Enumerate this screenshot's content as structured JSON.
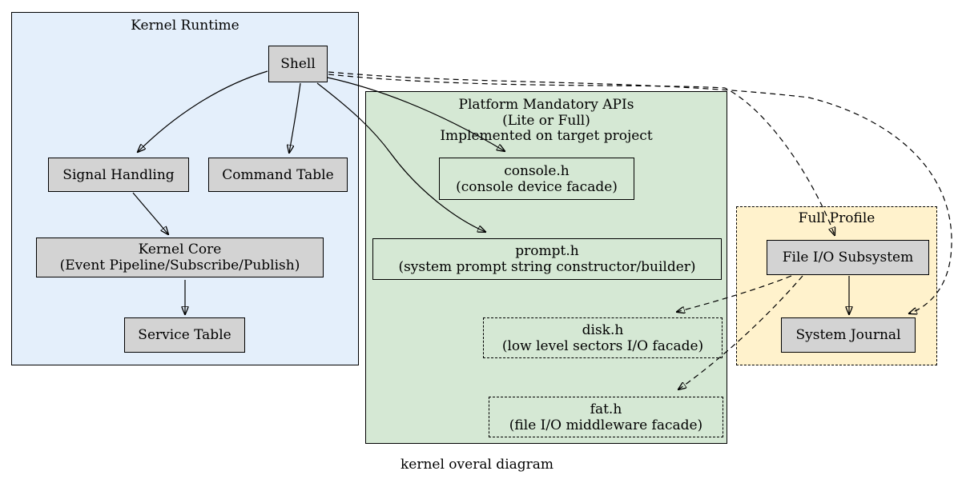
{
  "caption": "kernel overal diagram",
  "clusters": {
    "kernel_runtime": {
      "title": "Kernel Runtime",
      "fill": "#E4EFFB",
      "border_style": "solid"
    },
    "platform_apis": {
      "title": "Platform Mandatory APIs\n(Lite or Full)\nImplemented on target project",
      "fill": "#D5E8D4",
      "border_style": "solid"
    },
    "full_profile": {
      "title": "Full Profile",
      "fill": "#FFF2CC",
      "border_style": "dashed"
    }
  },
  "nodes": {
    "shell": {
      "label": "Shell",
      "style": "filled"
    },
    "signal_handling": {
      "label": "Signal Handling",
      "style": "filled"
    },
    "command_table": {
      "label": "Command Table",
      "style": "filled"
    },
    "kernel_core": {
      "label": "Kernel Core\n(Event Pipeline/Subscribe/Publish)",
      "style": "filled"
    },
    "service_table": {
      "label": "Service Table",
      "style": "filled"
    },
    "console_h": {
      "label": "console.h\n(console device facade)",
      "style": "outline"
    },
    "prompt_h": {
      "label": "prompt.h\n(system prompt string constructor/builder)",
      "style": "outline"
    },
    "disk_h": {
      "label": "disk.h\n(low level sectors I/O facade)",
      "style": "dashed-outline"
    },
    "fat_h": {
      "label": "fat.h\n(file I/O middleware facade)",
      "style": "dashed-outline"
    },
    "file_io_subsystem": {
      "label": "File I/O Subsystem",
      "style": "filled"
    },
    "system_journal": {
      "label": "System Journal",
      "style": "filled"
    }
  },
  "edges": [
    {
      "from": "Shell",
      "to": "Signal Handling",
      "style": "solid"
    },
    {
      "from": "Shell",
      "to": "Command Table",
      "style": "solid"
    },
    {
      "from": "Shell",
      "to": "console.h",
      "style": "solid"
    },
    {
      "from": "Shell",
      "to": "prompt.h",
      "style": "solid"
    },
    {
      "from": "Shell",
      "to": "File I/O Subsystem",
      "style": "dashed"
    },
    {
      "from": "Shell",
      "to": "System Journal",
      "style": "dashed"
    },
    {
      "from": "Signal Handling",
      "to": "Kernel Core",
      "style": "solid"
    },
    {
      "from": "Kernel Core",
      "to": "Service Table",
      "style": "solid"
    },
    {
      "from": "File I/O Subsystem",
      "to": "System Journal",
      "style": "solid"
    },
    {
      "from": "File I/O Subsystem",
      "to": "disk.h",
      "style": "dashed"
    },
    {
      "from": "File I/O Subsystem",
      "to": "fat.h",
      "style": "dashed"
    }
  ],
  "colors": {
    "kernel_runtime_fill": "#E4EFFB",
    "platform_apis_fill": "#D5E8D4",
    "full_profile_fill": "#FFF2CC",
    "node_fill": "#D3D3D3",
    "edge_color": "#000000",
    "text_color": "#000000"
  }
}
